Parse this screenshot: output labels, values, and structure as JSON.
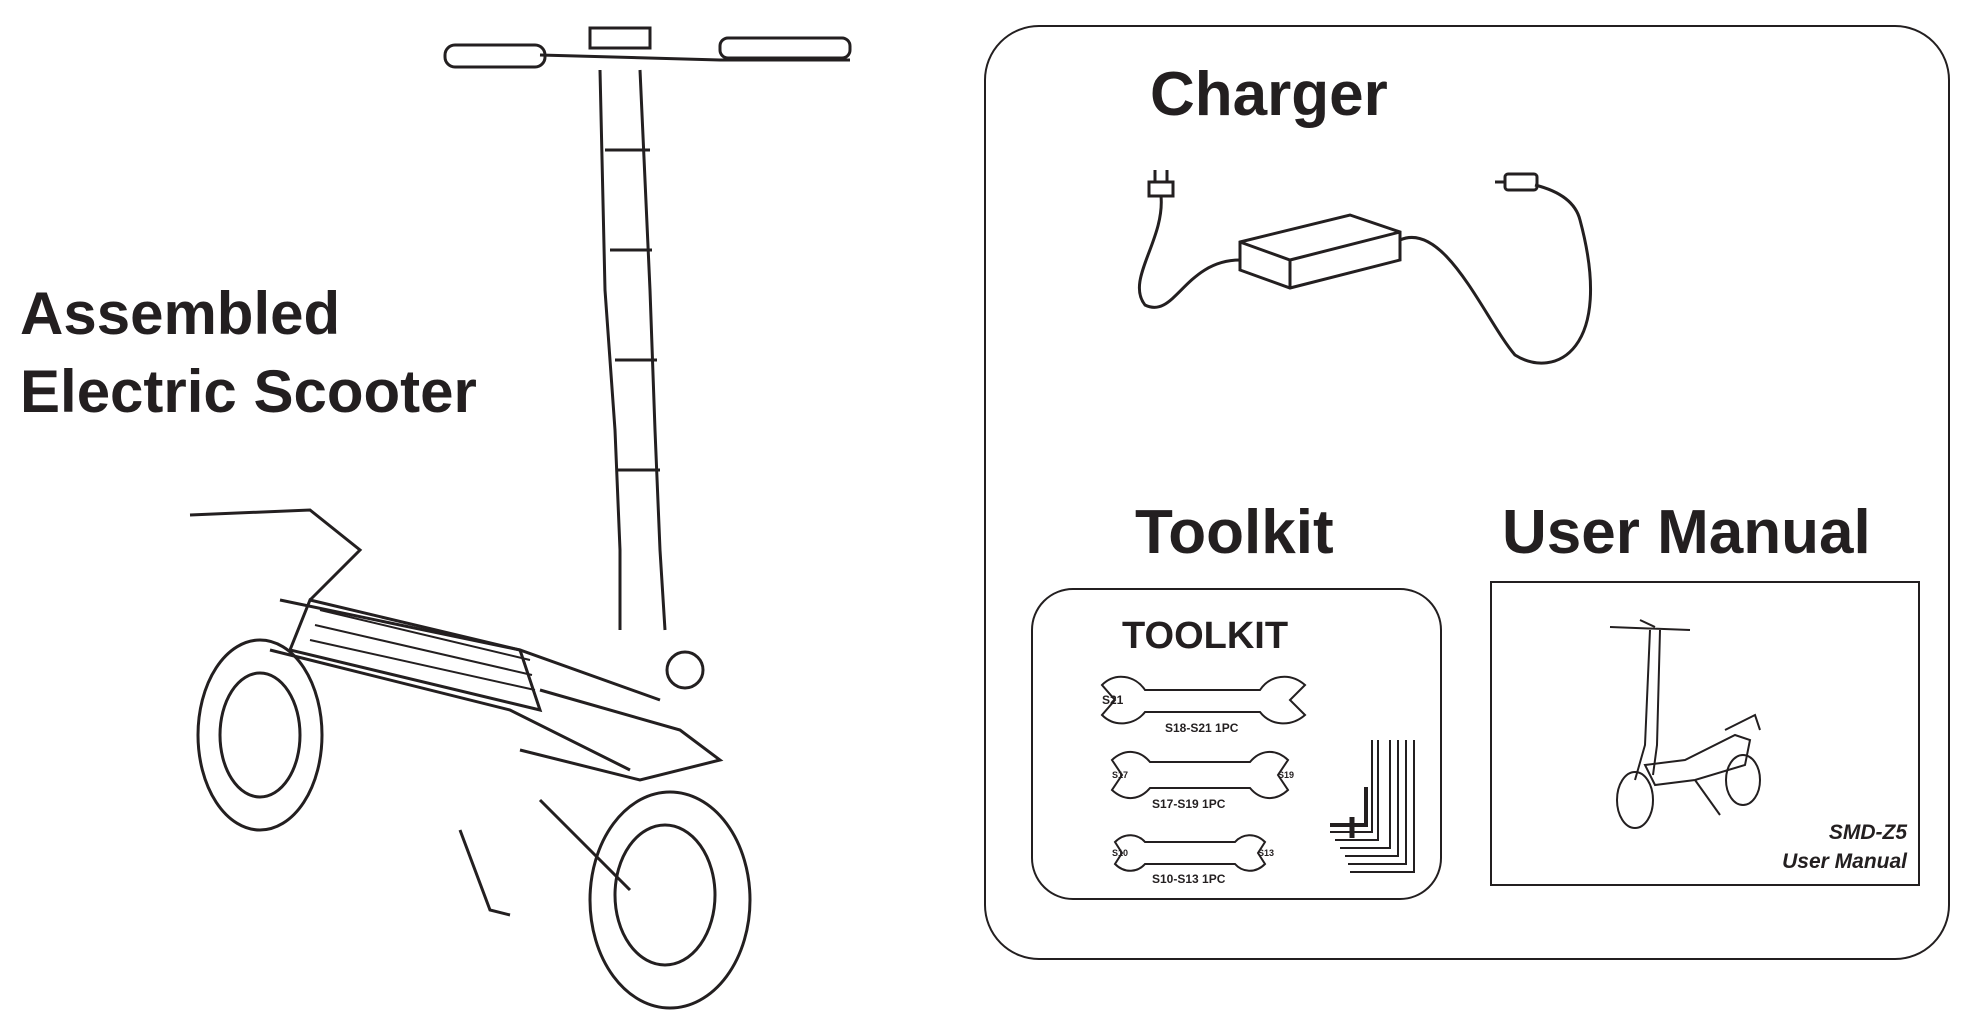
{
  "scooter_section": {
    "title_line1": "Assembled",
    "title_line2": "Electric Scooter"
  },
  "charger_section": {
    "title": "Charger"
  },
  "toolkit_section": {
    "title": "Toolkit",
    "box_label": "TOOLKIT",
    "wrenches": [
      {
        "label": "S18-S21 1PC",
        "left_size": "S21",
        "right_size": ""
      },
      {
        "label": "S17-S19 1PC",
        "left_size": "S17",
        "right_size": "S19"
      },
      {
        "label": "S10-S13  1PC",
        "left_size": "S10",
        "right_size": "S13"
      }
    ]
  },
  "manual_section": {
    "title": "User Manual",
    "model": "SMD-Z5",
    "subtitle": "User Manual"
  }
}
